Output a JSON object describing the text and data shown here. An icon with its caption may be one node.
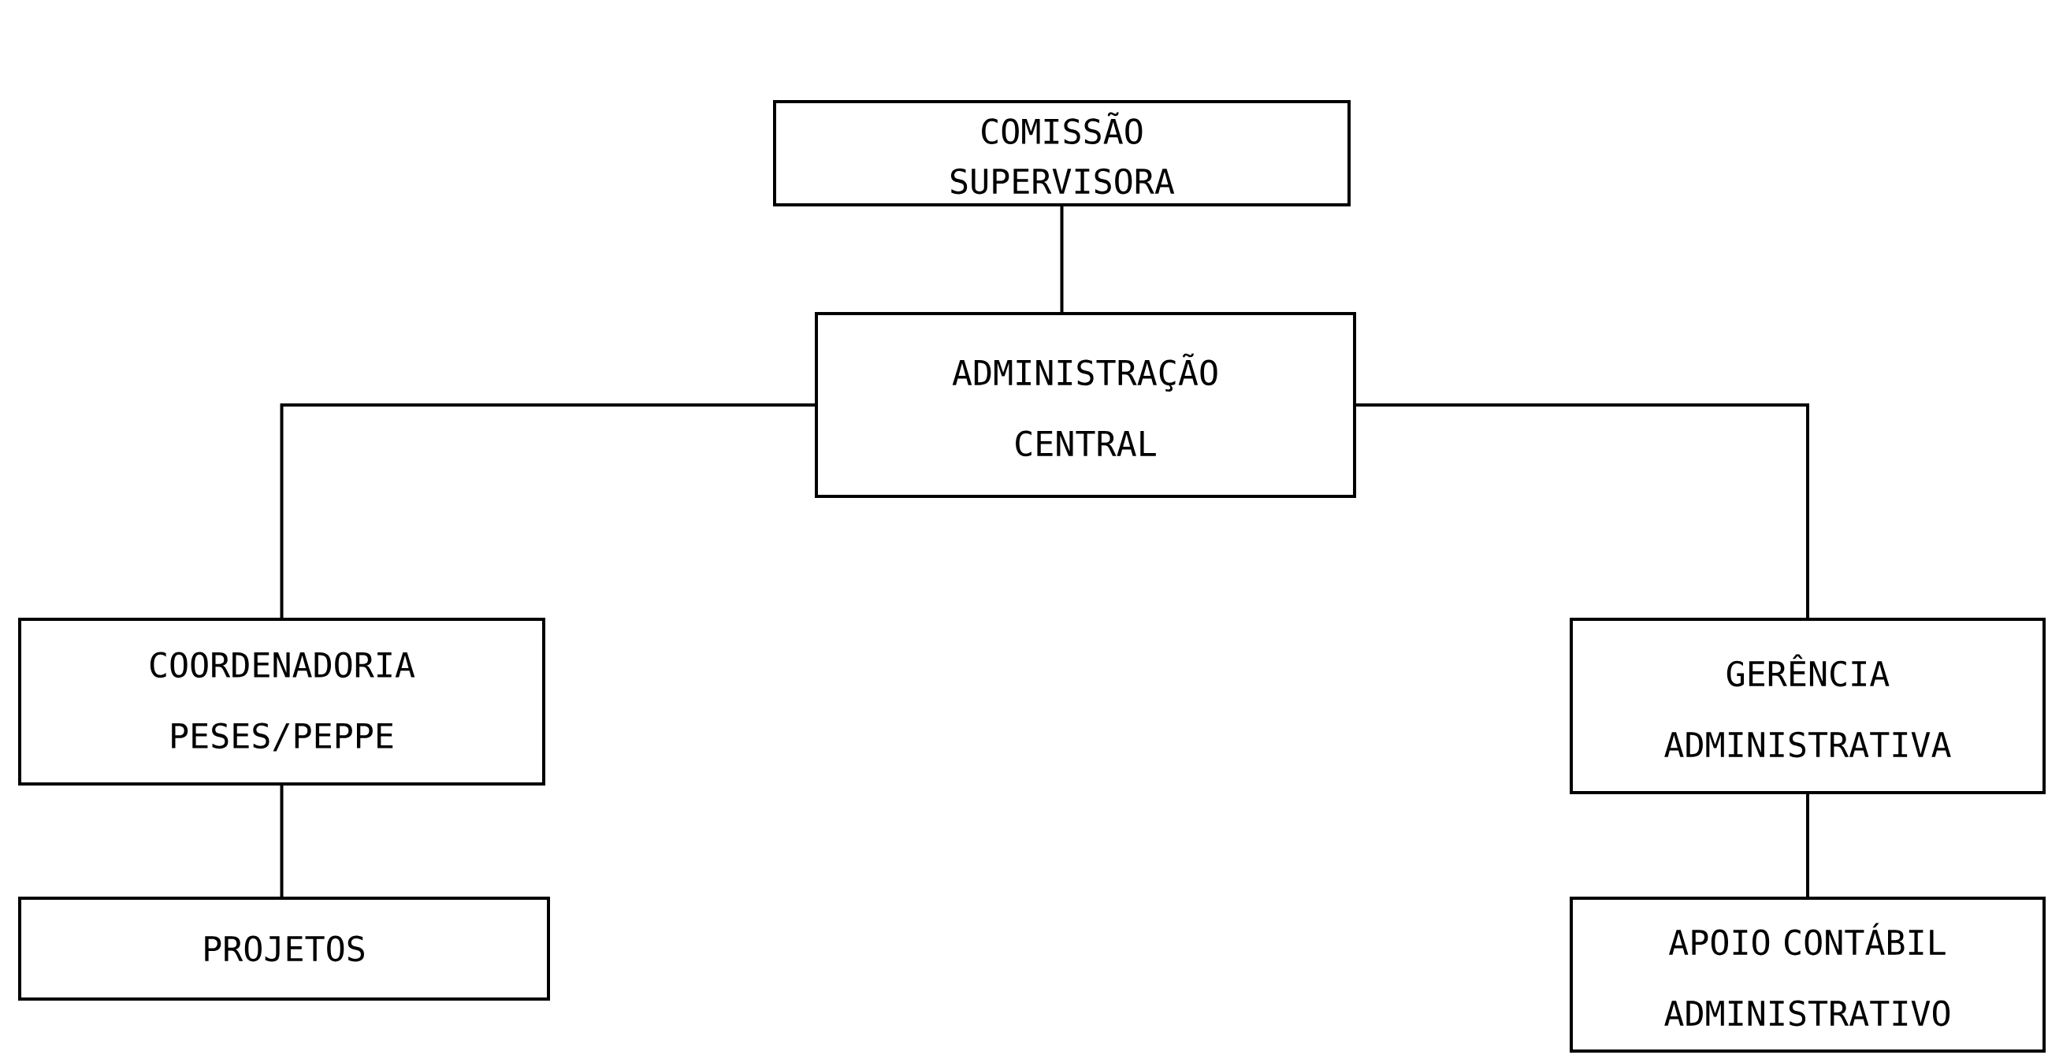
{
  "diagram": {
    "nodes": [
      {
        "text": [
          "COMISSÃO SUPERVISORA"
        ]
      },
      {
        "text": [
          "ADMINISTRAÇÃO CENTRAL"
        ]
      },
      {
        "text": [
          "COORDENADORIA PESES/PEPPE"
        ]
      },
      {
        "text": [
          "PROJETOS"
        ]
      },
      {
        "text": [
          "GERÊNCIA ADMINISTRATIVA"
        ]
      },
      {
        "text": [
          "APOIO CONTÁBIL ADMINISTRATIVO"
        ]
      }
    ],
    "edges": [
      {
        "from": 0,
        "to": 1,
        "arrow": "none"
      },
      {
        "from": 1,
        "to": 2,
        "arrow": "none"
      },
      {
        "from": 1,
        "to": 4,
        "arrow": "none"
      },
      {
        "from": 2,
        "to": 3,
        "arrow": "none"
      },
      {
        "from": 4,
        "to": 5,
        "arrow": "none"
      }
    ]
  }
}
